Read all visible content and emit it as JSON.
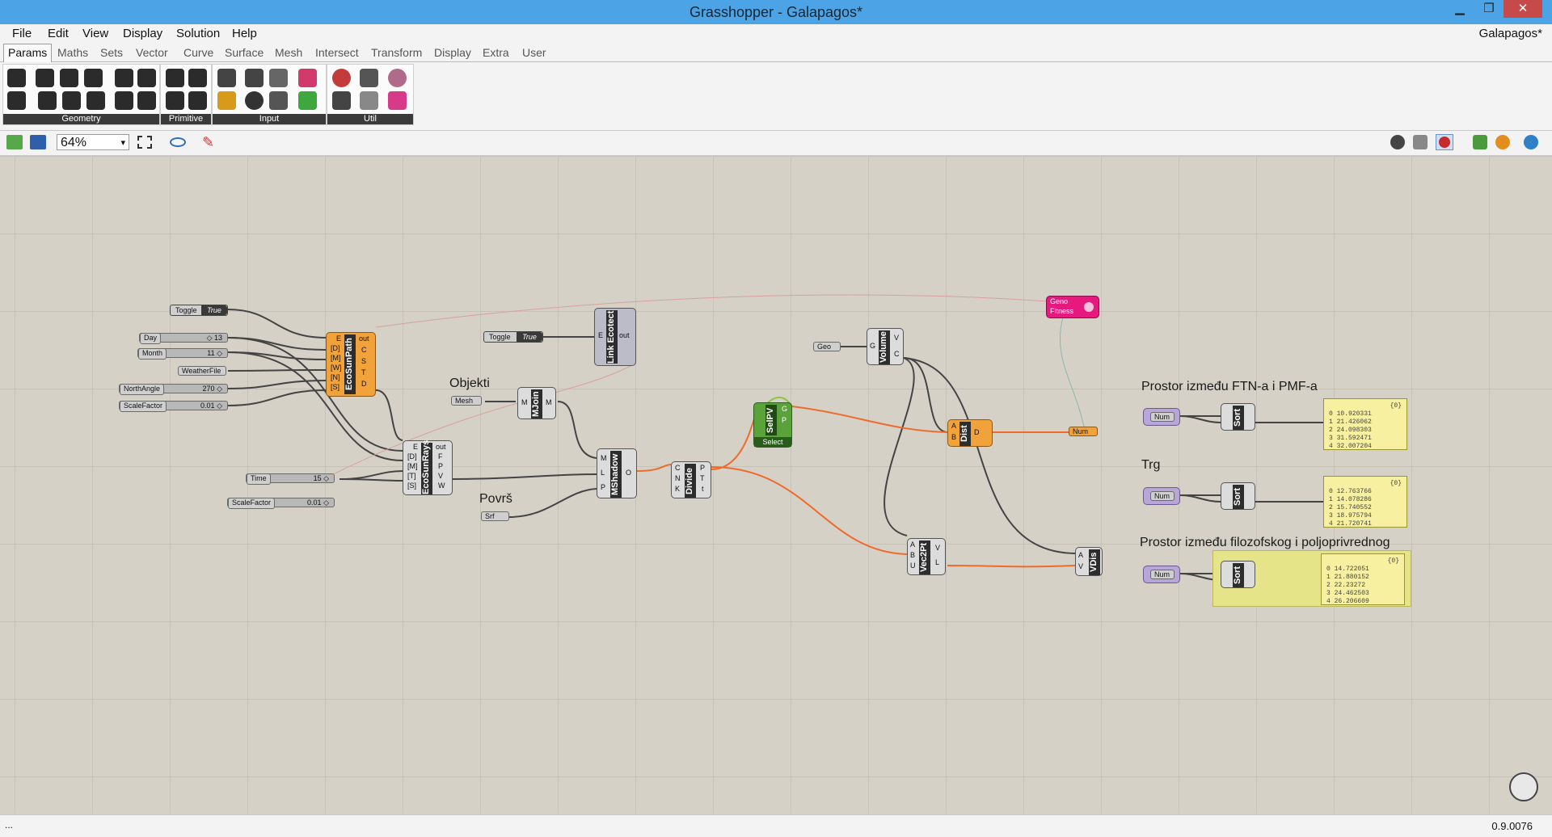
{
  "window": {
    "title": "Grasshopper - Galapagos*",
    "doc_name": "Galapagos*"
  },
  "menu": [
    "File",
    "Edit",
    "View",
    "Display",
    "Solution",
    "Help"
  ],
  "tabs": [
    "Params",
    "Maths",
    "Sets",
    "Vector",
    "Curve",
    "Surface",
    "Mesh",
    "Intersect",
    "Transform",
    "Display",
    "Extra",
    "User"
  ],
  "ribbon_panels": [
    "Geometry",
    "Primitive",
    "Input",
    "Util"
  ],
  "canvas_toolbar": {
    "zoom": "64%"
  },
  "components": {
    "toggle1": {
      "name": "Toggle",
      "value": "True"
    },
    "toggle2": {
      "name": "Toggle",
      "value": "True"
    },
    "day": {
      "name": "Day",
      "value": "◇ 13"
    },
    "month": {
      "name": "Month",
      "value": "11 ◇"
    },
    "weather": {
      "name": "WeatherFile"
    },
    "northangle": {
      "name": "NorthAngle",
      "value": "270 ◇"
    },
    "scale1": {
      "name": "ScaleFactor",
      "value": "0.01 ◇"
    },
    "time": {
      "name": "Time",
      "value": "15 ◇"
    },
    "scale2": {
      "name": "ScaleFactor",
      "value": "0.01 ◇"
    },
    "ecosunpath": {
      "name": "EcoSunPath",
      "inputs": [
        "E",
        "[D]",
        "[M]",
        "[W]",
        "[N]",
        "[S]"
      ],
      "outputs": [
        "out",
        "C",
        "S",
        "T",
        "D"
      ]
    },
    "ecosunrays": {
      "name": "EcoSunRays",
      "inputs": [
        "E",
        "[D]",
        "[M]",
        "[T]",
        "[S]"
      ],
      "outputs": [
        "out",
        "F",
        "P",
        "V",
        "W"
      ]
    },
    "linkecotect": {
      "name": "Link Ecotect",
      "inputs": [
        "E"
      ],
      "outputs": [
        "out"
      ]
    },
    "mjoin": {
      "name": "MJoin",
      "inputs": [
        "M"
      ],
      "outputs": [
        "M"
      ]
    },
    "mesh": {
      "name": "Mesh"
    },
    "srf": {
      "name": "Srf"
    },
    "mshadow": {
      "name": "MShadow",
      "inputs": [
        "M",
        "L",
        "P"
      ],
      "outputs": [
        "O"
      ]
    },
    "divide": {
      "name": "Divide",
      "inputs": [
        "C",
        "N",
        "K"
      ],
      "outputs": [
        "P",
        "T",
        "t"
      ]
    },
    "selpv": {
      "name": "SelPV",
      "sub": "Select",
      "outputs": [
        "G",
        "P"
      ]
    },
    "geo": {
      "name": "Geo"
    },
    "volume": {
      "name": "Volume",
      "inputs": [
        "G"
      ],
      "outputs": [
        "V",
        "C"
      ]
    },
    "dist": {
      "name": "Dist",
      "inputs": [
        "A",
        "B"
      ],
      "outputs": [
        "D"
      ]
    },
    "num_out": {
      "name": "Num"
    },
    "vec2pt": {
      "name": "Vec2Pt",
      "inputs": [
        "A",
        "B",
        "U"
      ],
      "outputs": [
        "V",
        "L"
      ]
    },
    "vdis": {
      "name": "VDis",
      "inputs": [
        "A",
        "V"
      ]
    },
    "galapagos": {
      "name": "Geno",
      "sub": "Fitness"
    }
  },
  "groups": [
    {
      "title": "Prostor između FTN-a i PMF-a",
      "num": "Num",
      "sort": "Sort",
      "header": "{0}",
      "values": [
        "0 10.920331",
        "1 21.426062",
        "2 24.098303",
        "3 31.592471",
        "4 32.007204"
      ]
    },
    {
      "title": "Trg",
      "num": "Num",
      "sort": "Sort",
      "header": "{0}",
      "values": [
        "0 12.763766",
        "1 14.078286",
        "2 15.740552",
        "3 18.975794",
        "4 21.720741"
      ]
    },
    {
      "title": "Prostor između filozofskog i poljoprivrednog",
      "num": "Num",
      "sort": "Sort",
      "header": "{0}",
      "values": [
        "0 14.722051",
        "1 21.880152",
        "2 22.23272",
        "3 24.462503",
        "4 26.206609"
      ]
    }
  ],
  "canvas_labels": {
    "objekti": "Objekti",
    "povrs": "Površ"
  },
  "status": {
    "left": "...",
    "version": "0.9.0076"
  },
  "colors": {
    "titlebar": "#4ca3e5",
    "canvas": "#d5d1c7",
    "orange": "#f2a23a",
    "wire_orange": "#ef6b2c"
  }
}
